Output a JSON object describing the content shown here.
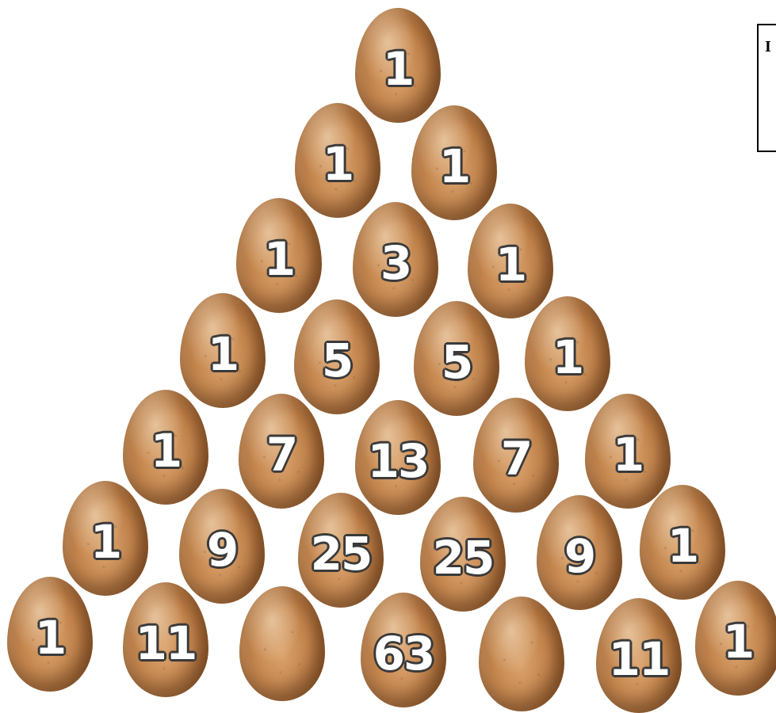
{
  "pyramid": {
    "rows": [
      [
        "1"
      ],
      [
        "1",
        "1"
      ],
      [
        "1",
        "3",
        "1"
      ],
      [
        "1",
        "5",
        "5",
        "1"
      ],
      [
        "1",
        "7",
        "13",
        "7",
        "1"
      ],
      [
        "1",
        "9",
        "25",
        "25",
        "9",
        "1"
      ],
      [
        "1",
        "11",
        "",
        "63",
        "",
        "11",
        "1"
      ]
    ]
  },
  "answer_box": {
    "visible_text": "I"
  }
}
